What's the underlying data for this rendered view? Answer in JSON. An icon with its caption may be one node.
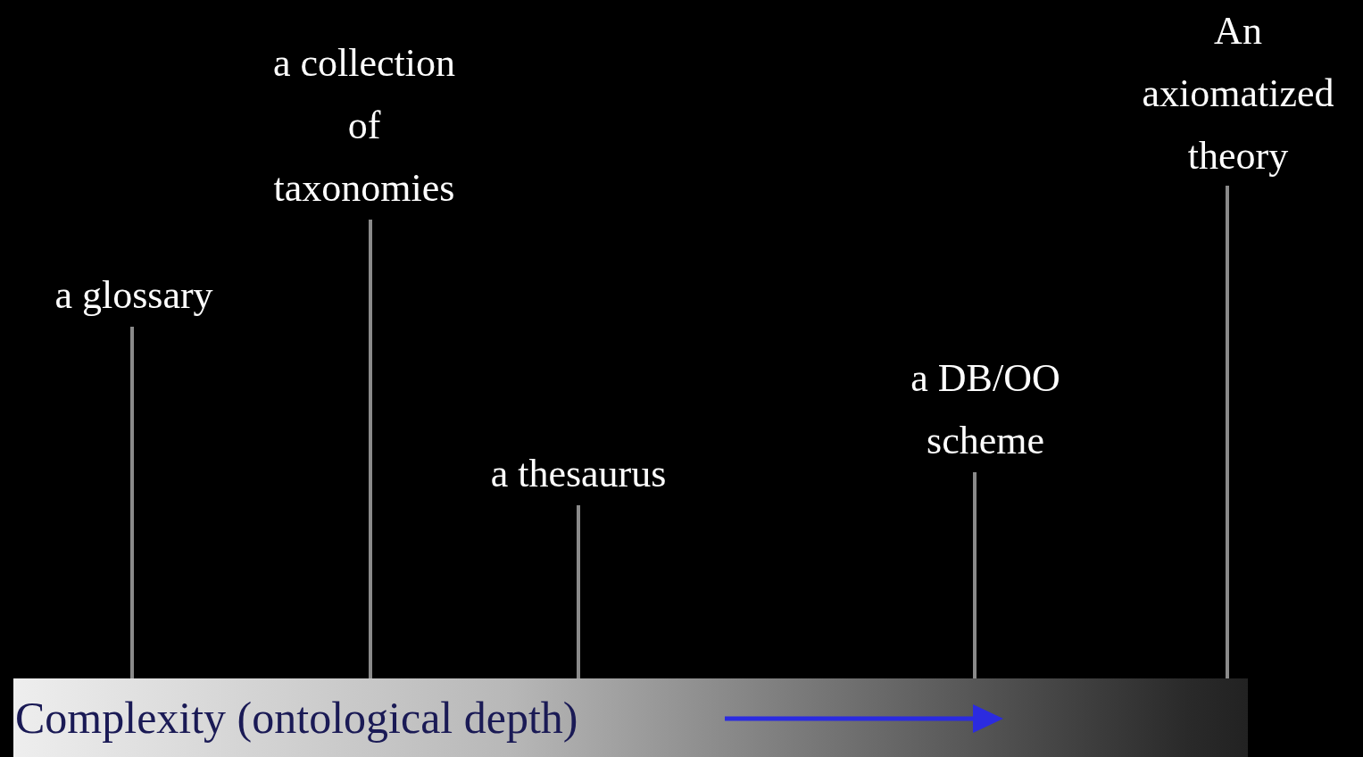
{
  "diagram": {
    "nodes": [
      {
        "text": [
          "a glossary"
        ]
      },
      {
        "text": [
          "a collection of taxonomies"
        ]
      },
      {
        "text": [
          "a thesaurus"
        ]
      },
      {
        "text": [
          "a DB/OO scheme"
        ]
      },
      {
        "text": [
          "An axiomatized theory"
        ]
      },
      {
        "text": [
          "Complexity (ontological depth)"
        ]
      }
    ],
    "edges": [
      {
        "from": 0,
        "to": 5,
        "arrow": "none"
      },
      {
        "from": 1,
        "to": 5,
        "arrow": "none"
      },
      {
        "from": 2,
        "to": 5,
        "arrow": "none"
      },
      {
        "from": 3,
        "to": 5,
        "arrow": "none"
      },
      {
        "from": 4,
        "to": 5,
        "arrow": "none"
      }
    ]
  }
}
